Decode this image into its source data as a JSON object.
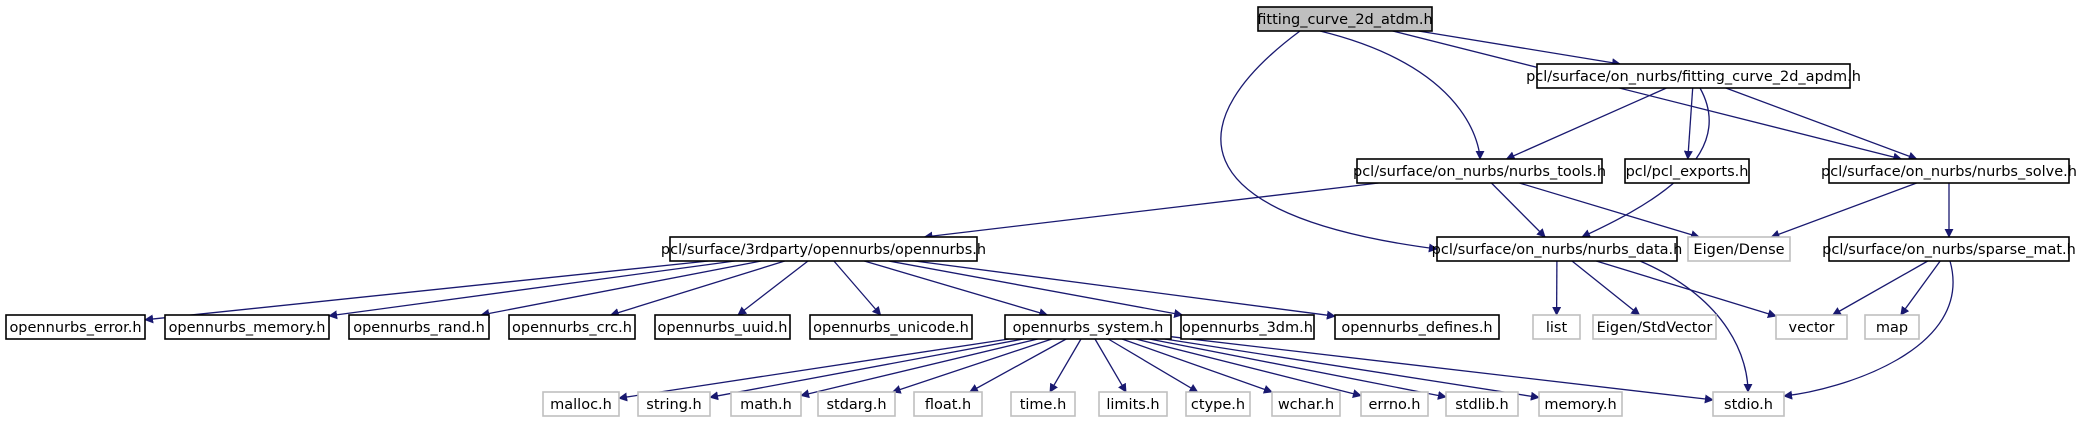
{
  "colors": {
    "edge": "#191970",
    "node_border": "#000000",
    "external_border": "#bfbfbf",
    "root_fill": "#bfbfbf",
    "background": "#ffffff"
  },
  "nodes": [
    {
      "id": "n0",
      "label": "fitting_curve_2d_atdm.h",
      "kind": "root"
    },
    {
      "id": "n1",
      "label": "pcl/surface/on_nurbs/fitting_curve_2d_apdm.h",
      "kind": "internal"
    },
    {
      "id": "n2",
      "label": "pcl/surface/on_nurbs/nurbs_tools.h",
      "kind": "internal"
    },
    {
      "id": "n3",
      "label": "pcl/pcl_exports.h",
      "kind": "internal"
    },
    {
      "id": "n4",
      "label": "pcl/surface/on_nurbs/nurbs_solve.h",
      "kind": "internal"
    },
    {
      "id": "n5",
      "label": "pcl/surface/3rdparty/opennurbs/opennurbs.h",
      "kind": "internal"
    },
    {
      "id": "n6",
      "label": "pcl/surface/on_nurbs/nurbs_data.h",
      "kind": "internal"
    },
    {
      "id": "n7",
      "label": "Eigen/Dense",
      "kind": "external"
    },
    {
      "id": "n8",
      "label": "pcl/surface/on_nurbs/sparse_mat.h",
      "kind": "internal"
    },
    {
      "id": "n9",
      "label": "opennurbs_error.h",
      "kind": "internal"
    },
    {
      "id": "n10",
      "label": "opennurbs_memory.h",
      "kind": "internal"
    },
    {
      "id": "n11",
      "label": "opennurbs_rand.h",
      "kind": "internal"
    },
    {
      "id": "n12",
      "label": "opennurbs_crc.h",
      "kind": "internal"
    },
    {
      "id": "n13",
      "label": "opennurbs_uuid.h",
      "kind": "internal"
    },
    {
      "id": "n14",
      "label": "opennurbs_unicode.h",
      "kind": "internal"
    },
    {
      "id": "n15",
      "label": "opennurbs_system.h",
      "kind": "internal"
    },
    {
      "id": "n16",
      "label": "opennurbs_3dm.h",
      "kind": "internal"
    },
    {
      "id": "n17",
      "label": "opennurbs_defines.h",
      "kind": "internal"
    },
    {
      "id": "n18",
      "label": "list",
      "kind": "external"
    },
    {
      "id": "n19",
      "label": "Eigen/StdVector",
      "kind": "external"
    },
    {
      "id": "n20",
      "label": "vector",
      "kind": "external"
    },
    {
      "id": "n21",
      "label": "map",
      "kind": "external"
    },
    {
      "id": "n22",
      "label": "malloc.h",
      "kind": "external"
    },
    {
      "id": "n23",
      "label": "string.h",
      "kind": "external"
    },
    {
      "id": "n24",
      "label": "math.h",
      "kind": "external"
    },
    {
      "id": "n25",
      "label": "stdarg.h",
      "kind": "external"
    },
    {
      "id": "n26",
      "label": "float.h",
      "kind": "external"
    },
    {
      "id": "n27",
      "label": "time.h",
      "kind": "external"
    },
    {
      "id": "n28",
      "label": "limits.h",
      "kind": "external"
    },
    {
      "id": "n29",
      "label": "ctype.h",
      "kind": "external"
    },
    {
      "id": "n30",
      "label": "wchar.h",
      "kind": "external"
    },
    {
      "id": "n31",
      "label": "errno.h",
      "kind": "external"
    },
    {
      "id": "n32",
      "label": "stdlib.h",
      "kind": "external"
    },
    {
      "id": "n33",
      "label": "memory.h",
      "kind": "external"
    },
    {
      "id": "n34",
      "label": "stdio.h",
      "kind": "external"
    }
  ],
  "edges": [
    {
      "from": "n0",
      "to": "n1"
    },
    {
      "from": "n0",
      "to": "n2"
    },
    {
      "from": "n0",
      "to": "n4"
    },
    {
      "from": "n0",
      "to": "n6"
    },
    {
      "from": "n1",
      "to": "n2"
    },
    {
      "from": "n1",
      "to": "n3"
    },
    {
      "from": "n1",
      "to": "n4"
    },
    {
      "from": "n1",
      "to": "n6"
    },
    {
      "from": "n2",
      "to": "n5"
    },
    {
      "from": "n2",
      "to": "n6"
    },
    {
      "from": "n2",
      "to": "n7"
    },
    {
      "from": "n4",
      "to": "n7"
    },
    {
      "from": "n4",
      "to": "n8"
    },
    {
      "from": "n5",
      "to": "n9"
    },
    {
      "from": "n5",
      "to": "n10"
    },
    {
      "from": "n5",
      "to": "n11"
    },
    {
      "from": "n5",
      "to": "n12"
    },
    {
      "from": "n5",
      "to": "n13"
    },
    {
      "from": "n5",
      "to": "n14"
    },
    {
      "from": "n5",
      "to": "n15"
    },
    {
      "from": "n5",
      "to": "n16"
    },
    {
      "from": "n5",
      "to": "n17"
    },
    {
      "from": "n6",
      "to": "n18"
    },
    {
      "from": "n6",
      "to": "n19"
    },
    {
      "from": "n6",
      "to": "n20"
    },
    {
      "from": "n6",
      "to": "n34"
    },
    {
      "from": "n8",
      "to": "n20"
    },
    {
      "from": "n8",
      "to": "n21"
    },
    {
      "from": "n8",
      "to": "n34"
    },
    {
      "from": "n15",
      "to": "n22"
    },
    {
      "from": "n15",
      "to": "n23"
    },
    {
      "from": "n15",
      "to": "n24"
    },
    {
      "from": "n15",
      "to": "n25"
    },
    {
      "from": "n15",
      "to": "n26"
    },
    {
      "from": "n15",
      "to": "n27"
    },
    {
      "from": "n15",
      "to": "n28"
    },
    {
      "from": "n15",
      "to": "n29"
    },
    {
      "from": "n15",
      "to": "n30"
    },
    {
      "from": "n15",
      "to": "n31"
    },
    {
      "from": "n15",
      "to": "n32"
    },
    {
      "from": "n15",
      "to": "n33"
    },
    {
      "from": "n15",
      "to": "n34"
    }
  ]
}
